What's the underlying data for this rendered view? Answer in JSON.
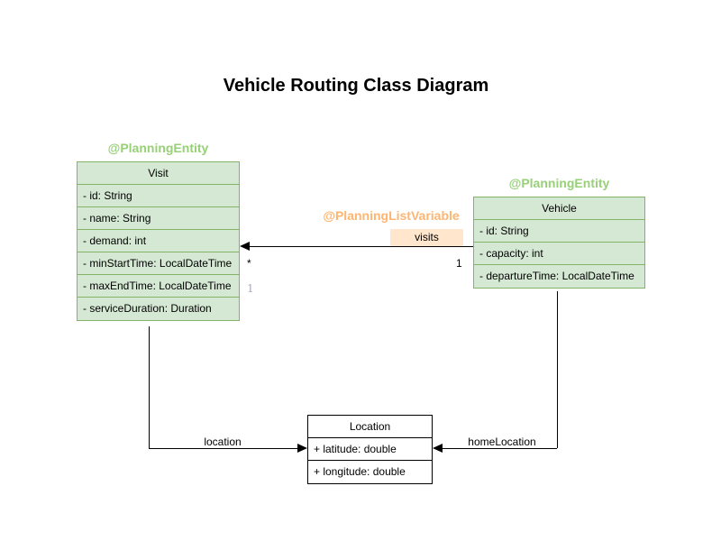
{
  "title": "Vehicle Routing Class Diagram",
  "colors": {
    "green_fill": "#d5e8d4",
    "green_stroke": "#82b366",
    "green_text": "#97d077",
    "orange_text": "#ffb570",
    "orange_fill": "#ffe6cc",
    "purple_text": "#b3a1cc",
    "line": "#000000"
  },
  "classes": {
    "visit": {
      "annotation": "@PlanningEntity",
      "name": "Visit",
      "attributes": [
        "- id: String",
        "- name: String",
        "- demand: int",
        "- minStartTime: LocalDateTime",
        "- maxEndTime: LocalDateTime",
        "- serviceDuration: Duration"
      ]
    },
    "vehicle": {
      "annotation": "@PlanningEntity",
      "name": "Vehicle",
      "attributes": [
        "- id: String",
        "- capacity: int",
        "- departureTime: LocalDateTime"
      ]
    },
    "location": {
      "name": "Location",
      "attributes": [
        "+ latitude: double",
        "+ longitude: double"
      ]
    }
  },
  "edges": {
    "visits": {
      "annotation": "@PlanningListVariable",
      "label": "visits",
      "target_multiplicity": "*",
      "source_multiplicity": "1",
      "secondary_marker": "1"
    },
    "location": {
      "label": "location"
    },
    "home_location": {
      "label": "homeLocation"
    }
  }
}
